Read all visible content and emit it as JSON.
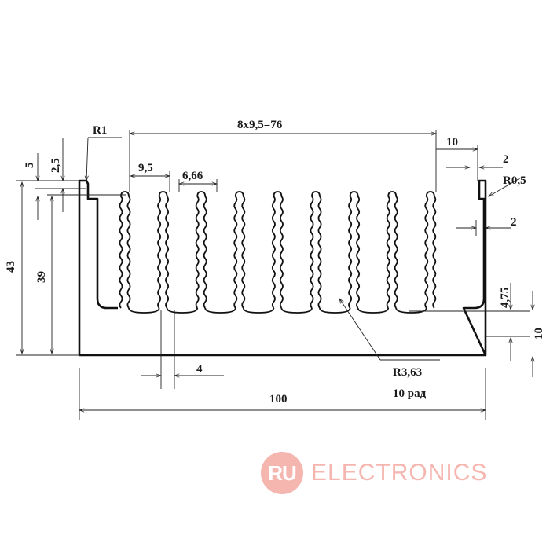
{
  "dimensions": {
    "fin_pitch_total": "8x9,5=76",
    "fin_pitch": "9,5",
    "gap_width": "6,66",
    "fin_base": "4",
    "overall_width": "100",
    "overall_height": "43",
    "fin_height": "39",
    "top_step": "5",
    "lip": "2,5",
    "right_offset": "10",
    "right_lip_width": "2",
    "wall_thickness": "2",
    "base_height": "10",
    "base_thickness": "4,75",
    "corner_radius_r1": "R1",
    "corner_radius_r05": "R0,5",
    "groove_radius": "R3,63",
    "groove_count": "10 рад"
  },
  "watermark": {
    "badge": "RU",
    "text": "ELECTRONICS",
    "color": "#f6b6b0"
  }
}
